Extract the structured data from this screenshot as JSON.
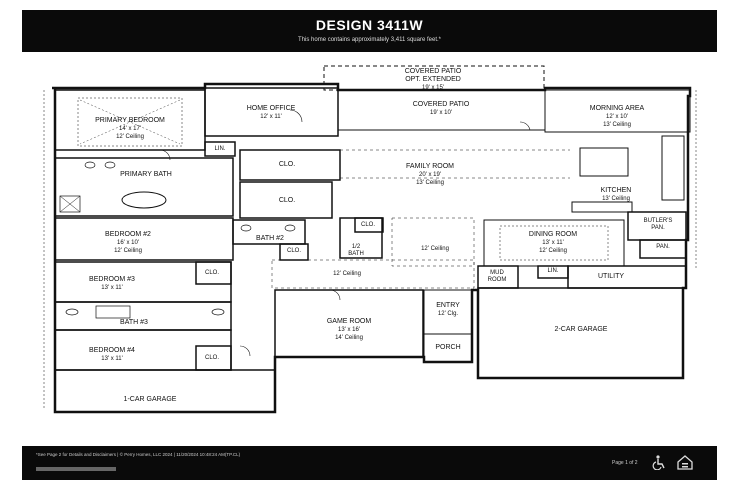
{
  "header": {
    "title": "DESIGN 3411W",
    "subtitle": "This home contains approximately 3,411 square feet.*"
  },
  "rooms": {
    "covered_patio_ext": {
      "name": "COVERED PATIO",
      "name2": "OPT. EXTENDED",
      "dim": "19' x 15'"
    },
    "covered_patio": {
      "name": "COVERED PATIO",
      "dim": "19' x 10'"
    },
    "morning_area": {
      "name": "MORNING AREA",
      "dim": "12' x 10'",
      "ceiling": "13' Ceiling"
    },
    "home_office": {
      "name": "HOME OFFICE",
      "dim": "12' x 11'"
    },
    "primary_bedroom": {
      "name": "PRIMARY BEDROOM",
      "dim": "14' x 17'",
      "ceiling": "12' Ceiling"
    },
    "lin_1": {
      "name": "LIN."
    },
    "clo_1": {
      "name": "CLO."
    },
    "clo_2": {
      "name": "CLO."
    },
    "family_room": {
      "name": "FAMILY ROOM",
      "dim": "20' x 19'",
      "ceiling": "13' Ceiling"
    },
    "primary_bath": {
      "name": "PRIMARY BATH"
    },
    "kitchen": {
      "name": "KITCHEN",
      "ceiling": "13' Ceiling"
    },
    "butlers_pan": {
      "name": "BUTLER'S",
      "name2": "PAN."
    },
    "bedroom2": {
      "name": "BEDROOM #2",
      "dim": "16' x 10'",
      "ceiling": "12' Ceiling"
    },
    "bath2": {
      "name": "BATH #2"
    },
    "clo_3": {
      "name": "CLO."
    },
    "half_bath": {
      "name": "1/2",
      "name2": "BATH"
    },
    "clo_4": {
      "name": "CLO."
    },
    "gallery_ceiling": {
      "ceiling": "12' Ceiling"
    },
    "dining_room": {
      "name": "DINING ROOM",
      "dim": "13' x 11'",
      "ceiling": "12' Ceiling"
    },
    "pan": {
      "name": "PAN."
    },
    "bedroom3": {
      "name": "BEDROOM #3",
      "dim": "13' x 11'"
    },
    "clo_5": {
      "name": "CLO."
    },
    "hall_ceiling": {
      "ceiling": "12' Ceiling"
    },
    "mud_room": {
      "name": "MUD",
      "name2": "ROOM"
    },
    "lin_2": {
      "name": "LIN."
    },
    "utility": {
      "name": "UTILITY"
    },
    "bath3": {
      "name": "BATH #3"
    },
    "game_room": {
      "name": "GAME ROOM",
      "dim": "13' x 16'",
      "ceiling": "14' Ceiling"
    },
    "entry": {
      "name": "ENTRY",
      "ceiling": "12' Clg."
    },
    "garage2": {
      "name": "2-CAR GARAGE"
    },
    "bedroom4": {
      "name": "BEDROOM #4",
      "dim": "13' x 11'"
    },
    "clo_6": {
      "name": "CLO."
    },
    "porch": {
      "name": "PORCH"
    },
    "garage1": {
      "name": "1-CAR GARAGE"
    }
  },
  "footer": {
    "disclaimer": "*See Page 2 for Details and Disclaimers  |  © Perry Homes, LLC 2024  |  11/20/2024 10:48:24 AM(TP.CL)",
    "page": "Page 1 of 2",
    "accessibility_icon": "wheelchair-icon",
    "housing_icon": "equal-housing-icon"
  }
}
